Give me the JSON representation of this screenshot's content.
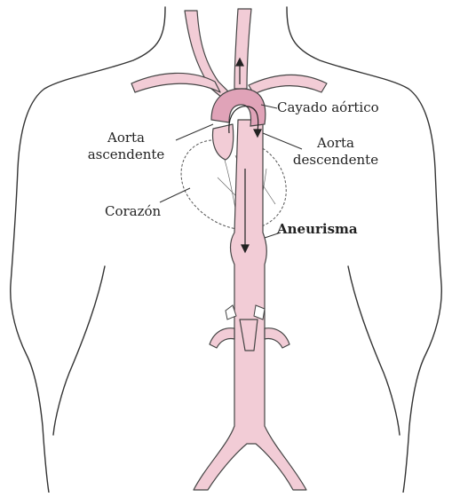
{
  "labels": {
    "cayado": "Cayado aórtico",
    "aorta_asc_1": "Aorta",
    "aorta_asc_2": "ascendente",
    "aorta_desc_1": "Aorta",
    "aorta_desc_2": "descendente",
    "corazon": "Corazón",
    "aneurisma": "Aneurisma"
  },
  "colors": {
    "vessel_fill": "#f2ccd6",
    "arch_fill": "#e0a3b8",
    "outline": "#444444",
    "body_line": "#333333"
  }
}
